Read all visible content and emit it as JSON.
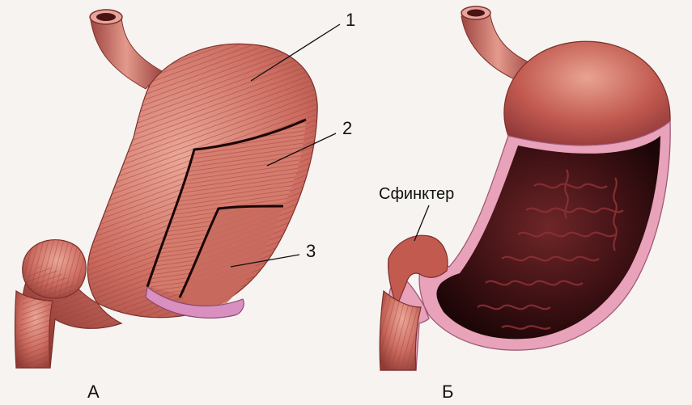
{
  "figure": {
    "panel_a": {
      "caption": "А",
      "labels": [
        "1",
        "2",
        "3"
      ]
    },
    "panel_b": {
      "caption": "Б",
      "sphincter_label": "Сфинктер"
    }
  },
  "colors": {
    "muscle": "#c9645a",
    "muscle_light": "#e39a8c",
    "muscle_dark": "#8e3a34",
    "mucosa_inner": "#3a0f12",
    "mucosa_fold": "#7a2a2c",
    "lining_pink": "#e8a2b9",
    "cut_band": "#d98fbf",
    "background": "#f6f3f0"
  }
}
